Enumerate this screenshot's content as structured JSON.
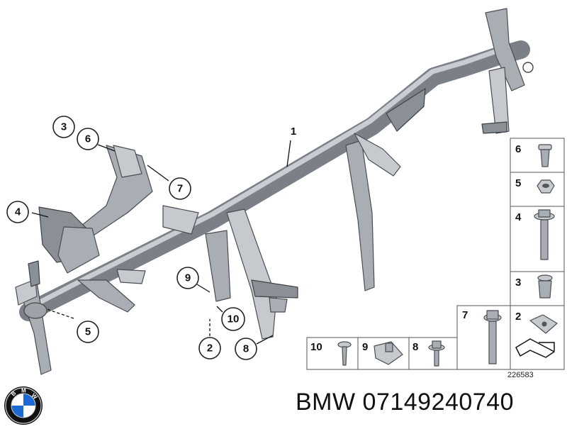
{
  "callouts": {
    "c1": "1",
    "c2": "2",
    "c3": "3",
    "c4": "4",
    "c5": "5",
    "c6": "6",
    "c7": "7",
    "c8": "8",
    "c9": "9",
    "c10": "10"
  },
  "parts_table": {
    "right_column": [
      "6",
      "5",
      "4",
      "3",
      "2"
    ],
    "bottom_row": [
      "10",
      "9",
      "8",
      "7"
    ]
  },
  "diagram_code": "226583",
  "brand_line": "BMW 07149240740",
  "logo": {
    "icon": "bmw-roundel-icon",
    "colors": {
      "blue": "#1c69d4",
      "white": "#ffffff",
      "ring": "#111111"
    }
  }
}
